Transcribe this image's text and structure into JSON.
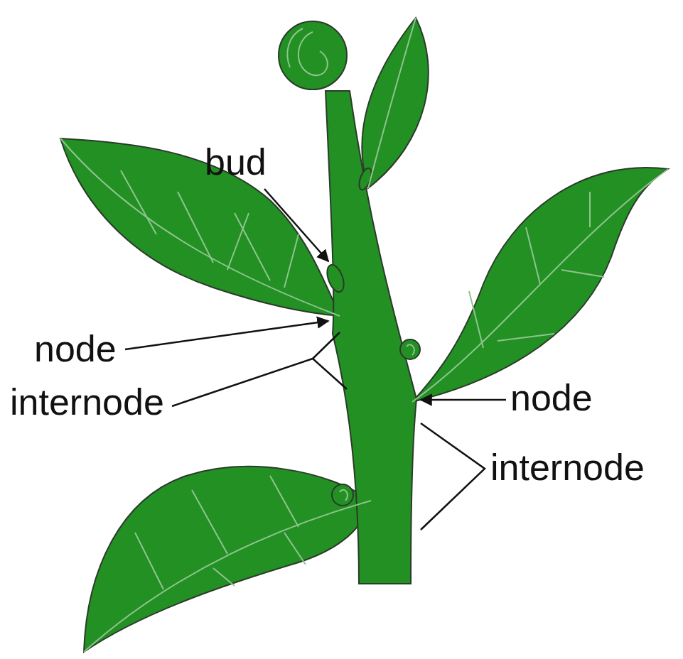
{
  "diagram": {
    "labels": [
      "bud",
      "node",
      "internode",
      "node",
      "internode"
    ]
  }
}
